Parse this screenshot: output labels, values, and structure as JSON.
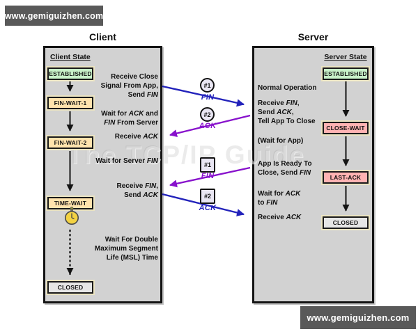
{
  "banners": {
    "top": "www.gemiguizhen.com",
    "bottom": "www.gemiguizhen.com"
  },
  "watermark": "The TCP/IP Guide",
  "colors": {
    "fin_ack_blue": "#2323bb",
    "fin_ack_purple": "#8812cc",
    "state_established": "#c9f2c9",
    "state_wait": "#ffe3ad",
    "state_close": "#ffb3b3",
    "state_closed": "#e6e6e6",
    "panel_fill": "#d2d2d2",
    "banner_fill": "#595959"
  },
  "client": {
    "title": "Client",
    "heading": "Client State",
    "states": [
      "ESTABLISHED",
      "FIN-WAIT-1",
      "FIN-WAIT-2",
      "TIME-WAIT",
      "CLOSED"
    ],
    "annotations": [
      [
        [
          {
            "t": "Receive Close"
          }
        ],
        [
          {
            "t": "Signal From App,"
          }
        ],
        [
          {
            "t": "Send "
          },
          {
            "t": "FIN",
            "i": 1
          }
        ]
      ],
      [
        [
          {
            "t": "Wait for "
          },
          {
            "t": "ACK",
            "i": 1
          },
          {
            "t": " and"
          }
        ],
        [
          {
            "t": "FIN",
            "i": 1
          },
          {
            "t": " From Server"
          }
        ]
      ],
      [
        [
          {
            "t": "Receive "
          },
          {
            "t": "ACK",
            "i": 1
          }
        ]
      ],
      [
        [
          {
            "t": "Wait for Server "
          },
          {
            "t": "FIN",
            "i": 1
          }
        ]
      ],
      [
        [
          {
            "t": "Receive "
          },
          {
            "t": "FIN",
            "i": 1
          },
          {
            "t": ","
          }
        ],
        [
          {
            "t": "Send "
          },
          {
            "t": "ACK",
            "i": 1
          }
        ]
      ],
      [
        [
          {
            "t": "Wait For Double"
          }
        ],
        [
          {
            "t": "Maximum Segment"
          }
        ],
        [
          {
            "t": "Life (MSL) Time"
          }
        ]
      ]
    ]
  },
  "server": {
    "title": "Server",
    "heading": "Server State",
    "states": [
      "ESTABLISHED",
      "CLOSE-WAIT",
      "LAST-ACK",
      "CLOSED"
    ],
    "annotations": [
      [
        [
          {
            "t": "Normal Operation"
          }
        ]
      ],
      [
        [
          {
            "t": "Receive "
          },
          {
            "t": "FIN",
            "i": 1
          },
          {
            "t": ","
          }
        ],
        [
          {
            "t": "Send "
          },
          {
            "t": "ACK",
            "i": 1
          },
          {
            "t": ","
          }
        ],
        [
          {
            "t": "Tell App To Close"
          }
        ]
      ],
      [
        [
          {
            "t": "(Wait for App)"
          }
        ]
      ],
      [
        [
          {
            "t": "App Is Ready To"
          }
        ],
        [
          {
            "t": "Close, Send "
          },
          {
            "t": "FIN",
            "i": 1
          }
        ]
      ],
      [
        [
          {
            "t": "Wait for "
          },
          {
            "t": "ACK",
            "i": 1
          }
        ],
        [
          {
            "t": "to "
          },
          {
            "t": "FIN",
            "i": 1
          }
        ]
      ],
      [
        [
          {
            "t": "Receive "
          },
          {
            "t": "ACK",
            "i": 1
          }
        ]
      ]
    ]
  },
  "exchange1": {
    "shape": "circle",
    "items": [
      {
        "num": "#1",
        "msg": "FIN",
        "color": "#2323bb"
      },
      {
        "num": "#2",
        "msg": "ACK",
        "color": "#8812cc"
      }
    ]
  },
  "exchange2": {
    "shape": "square",
    "items": [
      {
        "num": "#1",
        "msg": "FIN",
        "color": "#8812cc"
      },
      {
        "num": "#2",
        "msg": "ACK",
        "color": "#2323bb"
      }
    ]
  }
}
